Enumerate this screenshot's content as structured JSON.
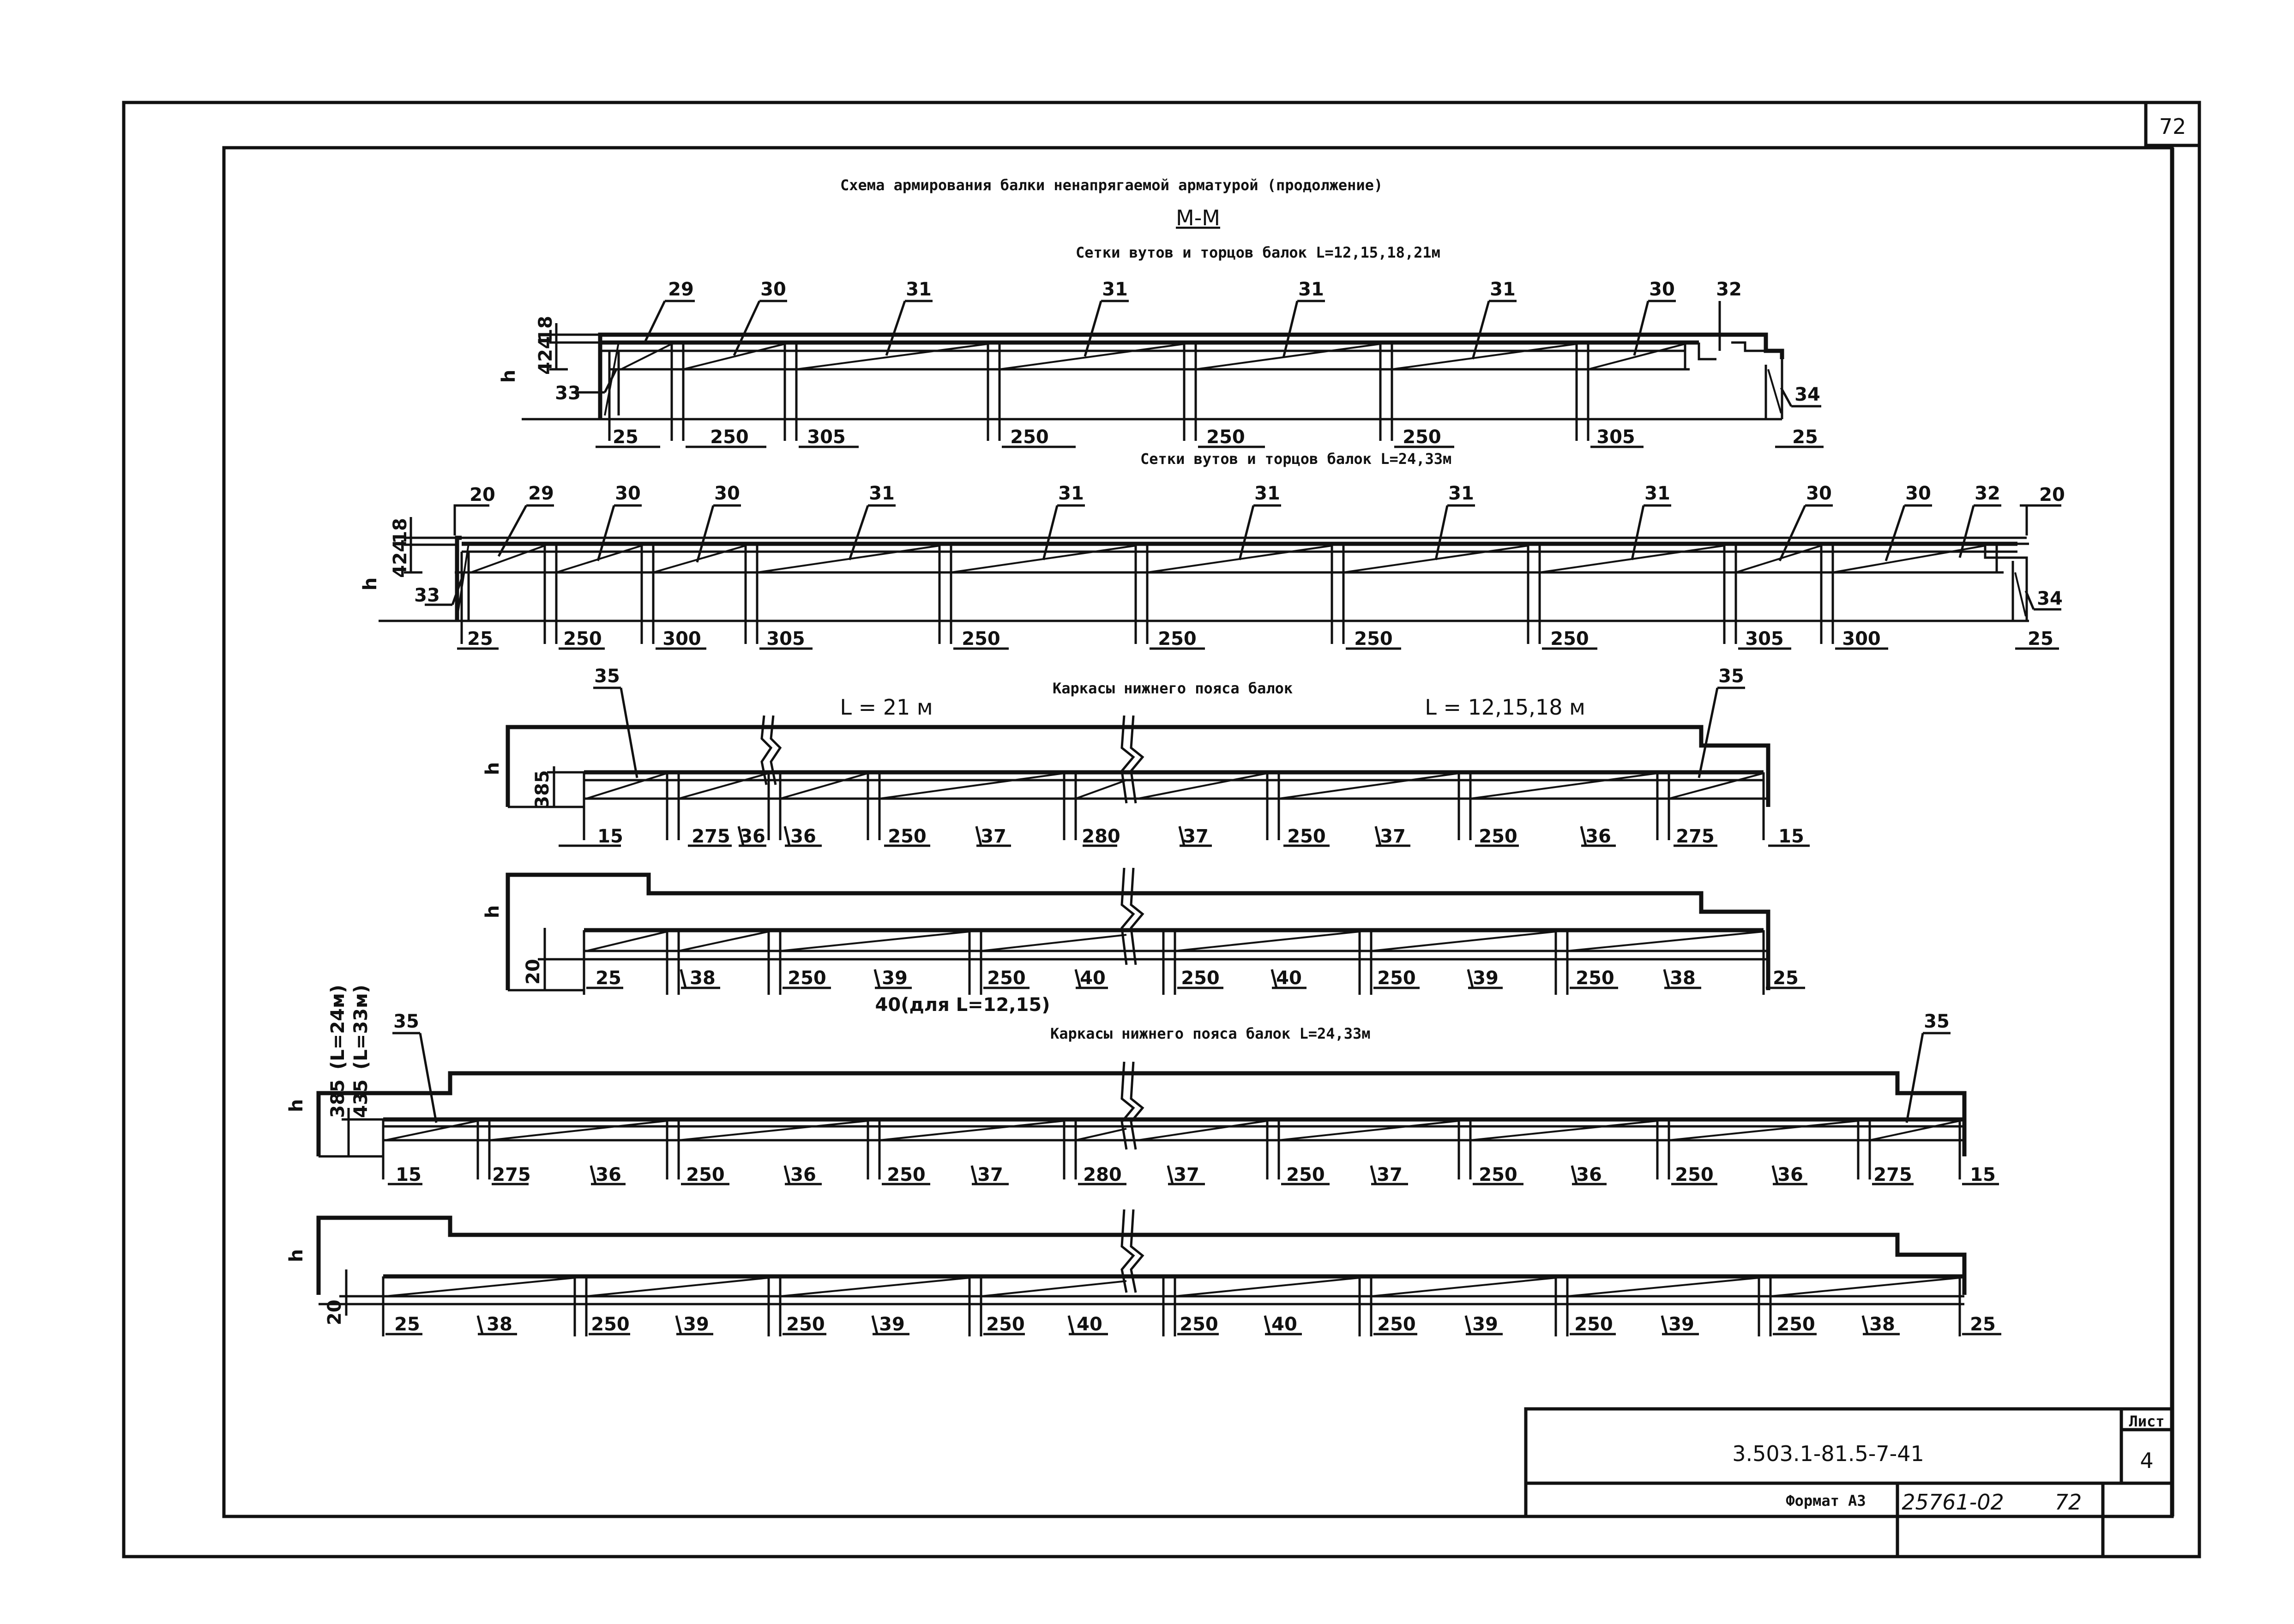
{
  "sheet": {
    "corner_number": "72",
    "title": "Схема армирования балки ненапрягаемой арматурой (продолжение)",
    "section_label": "М-М",
    "sheet_label": "Лист",
    "sheet_number": "4",
    "document_code": "3.503.1-81.5-7-41",
    "format_label": "Формат А3",
    "inventory_number": "25761-02",
    "page_number": "72"
  },
  "views": [
    {
      "id": "mesh-short",
      "caption": "Сетки вутов и торцов балок L=12,15,18,21м",
      "side_dims": [
        "18",
        "424",
        "h"
      ],
      "markers": [
        "29",
        "30",
        "31",
        "31",
        "31",
        "31",
        "30",
        "32",
        "33",
        "34"
      ],
      "dims": [
        "25",
        "250",
        "305",
        "250",
        "250",
        "250",
        "305",
        "25"
      ]
    },
    {
      "id": "mesh-long",
      "caption": "Сетки вутов и торцов балок L=24,33м",
      "side_dims": [
        "18",
        "424",
        "h",
        "20",
        "20"
      ],
      "markers": [
        "29",
        "30",
        "30",
        "31",
        "31",
        "31",
        "31",
        "31",
        "30",
        "30",
        "32",
        "33",
        "34"
      ],
      "dims": [
        "25",
        "250",
        "300",
        "305",
        "250",
        "250",
        "250",
        "250",
        "305",
        "300",
        "25"
      ]
    },
    {
      "id": "frame-a-top",
      "caption": "Каркасы нижнего пояса балок",
      "span_left": "L = 21 м",
      "span_right": "L = 12,15,18 м",
      "side_dims": [
        "385",
        "h"
      ],
      "markers": [
        "35",
        "35"
      ],
      "dims": [
        "15",
        "275",
        "36",
        "36",
        "250",
        "37",
        "280",
        "37",
        "250",
        "37",
        "250",
        "36",
        "275",
        "15"
      ]
    },
    {
      "id": "frame-a-bottom",
      "side_dims": [
        "20",
        "h"
      ],
      "dims": [
        "25",
        "38",
        "250",
        "39",
        "250",
        "40",
        "250",
        "40",
        "250",
        "39",
        "250",
        "38",
        "25"
      ],
      "note": "40(для L=12,15)"
    },
    {
      "id": "frame-b-top",
      "caption": "Каркасы нижнего пояса балок L=24,33м",
      "side_dims": [
        "(L=24м)",
        "(L=33м)",
        "385",
        "435",
        "h"
      ],
      "markers": [
        "35",
        "35"
      ],
      "dims": [
        "15",
        "275",
        "36",
        "250",
        "36",
        "250",
        "37",
        "280",
        "37",
        "250",
        "37",
        "250",
        "36",
        "250",
        "36",
        "275",
        "15"
      ]
    },
    {
      "id": "frame-b-bottom",
      "side_dims": [
        "20",
        "h"
      ],
      "dims": [
        "25",
        "38",
        "250",
        "39",
        "250",
        "39",
        "250",
        "40",
        "250",
        "40",
        "250",
        "39",
        "250",
        "39",
        "250",
        "38",
        "25"
      ]
    }
  ]
}
